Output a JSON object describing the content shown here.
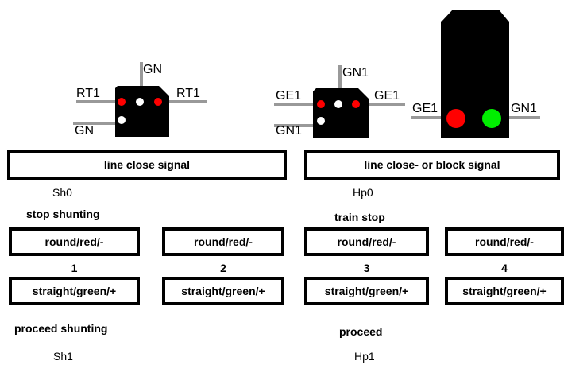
{
  "wire_labels": {
    "shunt_gn_top": "GN",
    "shunt_rt1_left": "RT1",
    "shunt_rt1_right": "RT1",
    "shunt_gn_bottom": "GN",
    "line_ge1_left": "GE1",
    "line_gn1_top": "GN1",
    "line_ge1_right": "GE1",
    "line_gn1_bottom": "GN1",
    "block_ge1": "GE1",
    "block_gn1": "GN1"
  },
  "lamp_colors": {
    "red": "#ff0000",
    "green": "#00ee00",
    "white": "#ffffff",
    "body": "#000000",
    "wire": "#999999"
  },
  "headers": {
    "left": "line close signal",
    "right": "line close- or block signal"
  },
  "aspects": {
    "sh0": "Sh0",
    "hp0": "Hp0",
    "stop_shunting": "stop shunting",
    "train_stop": "train stop",
    "proceed_shunting": "proceed shunting",
    "proceed": "proceed",
    "sh1": "Sh1",
    "hp1": "Hp1"
  },
  "columns": [
    {
      "round": "round/red/-",
      "number": "1",
      "straight": "straight/green/+"
    },
    {
      "round": "round/red/-",
      "number": "2",
      "straight": "straight/green/+"
    },
    {
      "round": "round/red/-",
      "number": "3",
      "straight": "straight/green/+"
    },
    {
      "round": "round/red/-",
      "number": "4",
      "straight": "straight/green/+"
    }
  ]
}
